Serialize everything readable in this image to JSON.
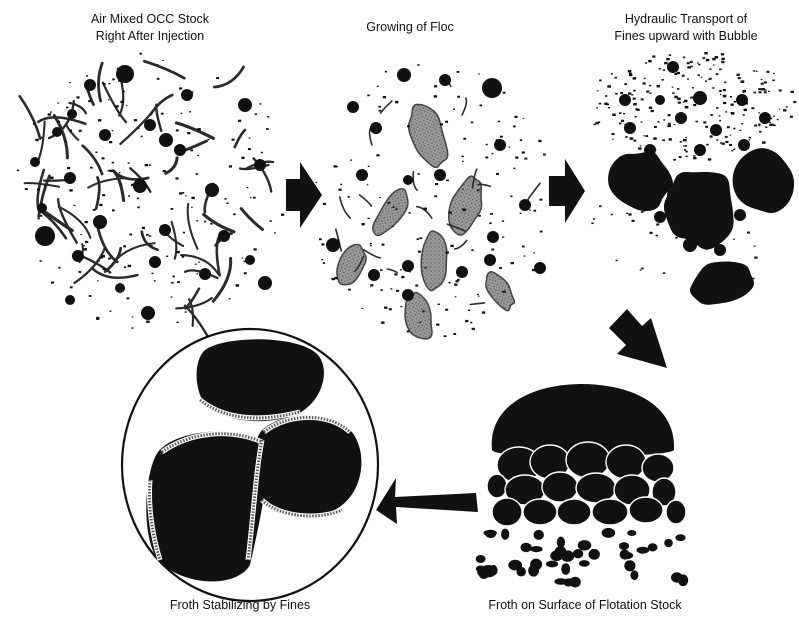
{
  "labels": {
    "stage1_line1": "Air Mixed OCC Stock",
    "stage1_line2": "Right After Injection",
    "stage2": "Growing of Floc",
    "stage3_line1": "Hydraulic Transport of",
    "stage3_line2": "Fines upward with Bubble",
    "stage4": "Froth on Surface of Flotation Stock",
    "stage5": "Froth Stabilizing by Fines"
  },
  "colors": {
    "ink": "#111111",
    "floc": "#8a8a8a",
    "fiber": "#2a2a2a",
    "background": "#ffffff"
  }
}
